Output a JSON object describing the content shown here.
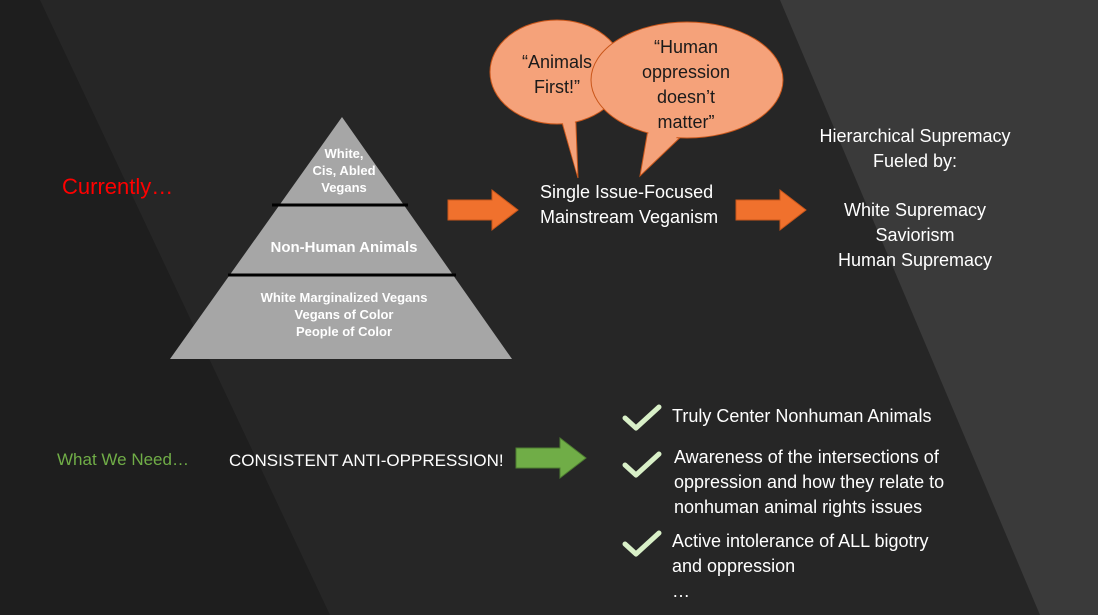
{
  "colors": {
    "background": "#262626",
    "band_dark": "#1e1e1e",
    "band_light": "#3a3a3a",
    "pyramid": "#a6a6a6",
    "orange": "#f0712d",
    "bubble": "#f5a27a",
    "green": "#70ad47",
    "red": "#ff0000",
    "check": "#d9f0c8"
  },
  "current": {
    "label": "Currently…",
    "pyramid": {
      "top": [
        "White,",
        "Cis, Abled",
        "Vegans"
      ],
      "middle": "Non-Human Animals",
      "bottom": [
        "White Marginalized Vegans",
        "Vegans of Color",
        "People of Color"
      ]
    },
    "bubbles": {
      "left": [
        "“Animals",
        "First!”"
      ],
      "right": [
        "“Human",
        "oppression",
        "doesn’t",
        "matter”"
      ]
    },
    "middle_text": [
      "Single Issue-Focused",
      "Mainstream Veganism"
    ],
    "result": {
      "heading": [
        "Hierarchical Supremacy",
        "Fueled by:"
      ],
      "items": [
        "White Supremacy",
        "Saviorism",
        "Human Supremacy"
      ]
    }
  },
  "need": {
    "label": "What We Need…",
    "statement": "CONSISTENT ANTI-OPPRESSION!",
    "items": [
      [
        "Truly Center Nonhuman Animals"
      ],
      [
        "Awareness of the intersections of",
        "oppression and how they relate to",
        "nonhuman animal rights issues"
      ],
      [
        "Active intolerance of ALL bigotry",
        "and oppression",
        "…"
      ]
    ]
  }
}
